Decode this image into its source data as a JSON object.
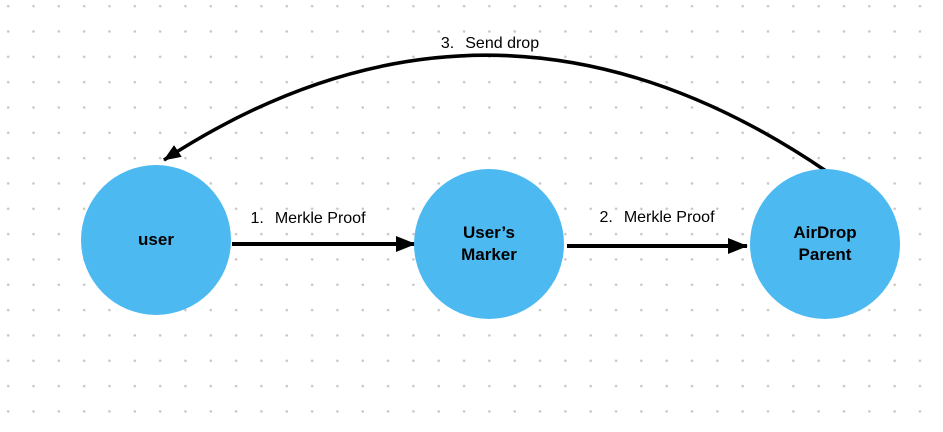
{
  "diagram": {
    "colors": {
      "node_fill": "#4db9f1",
      "arrow": "#000000",
      "text": "#000000",
      "grid_dot": "#c6c6c6",
      "background": "#ffffff"
    },
    "nodes": [
      {
        "id": "user",
        "label": "user"
      },
      {
        "id": "users-marker",
        "label": "User’s Marker"
      },
      {
        "id": "airdrop-parent",
        "label": "AirDrop Parent"
      }
    ],
    "edges": [
      {
        "number": "1.",
        "label": "Merkle Proof",
        "from": "user",
        "to": "users-marker",
        "style": "straight"
      },
      {
        "number": "2.",
        "label": "Merkle Proof",
        "from": "users-marker",
        "to": "airdrop-parent",
        "style": "straight"
      },
      {
        "number": "3.",
        "label": "Send drop",
        "from": "airdrop-parent",
        "to": "user",
        "style": "curved"
      }
    ]
  }
}
